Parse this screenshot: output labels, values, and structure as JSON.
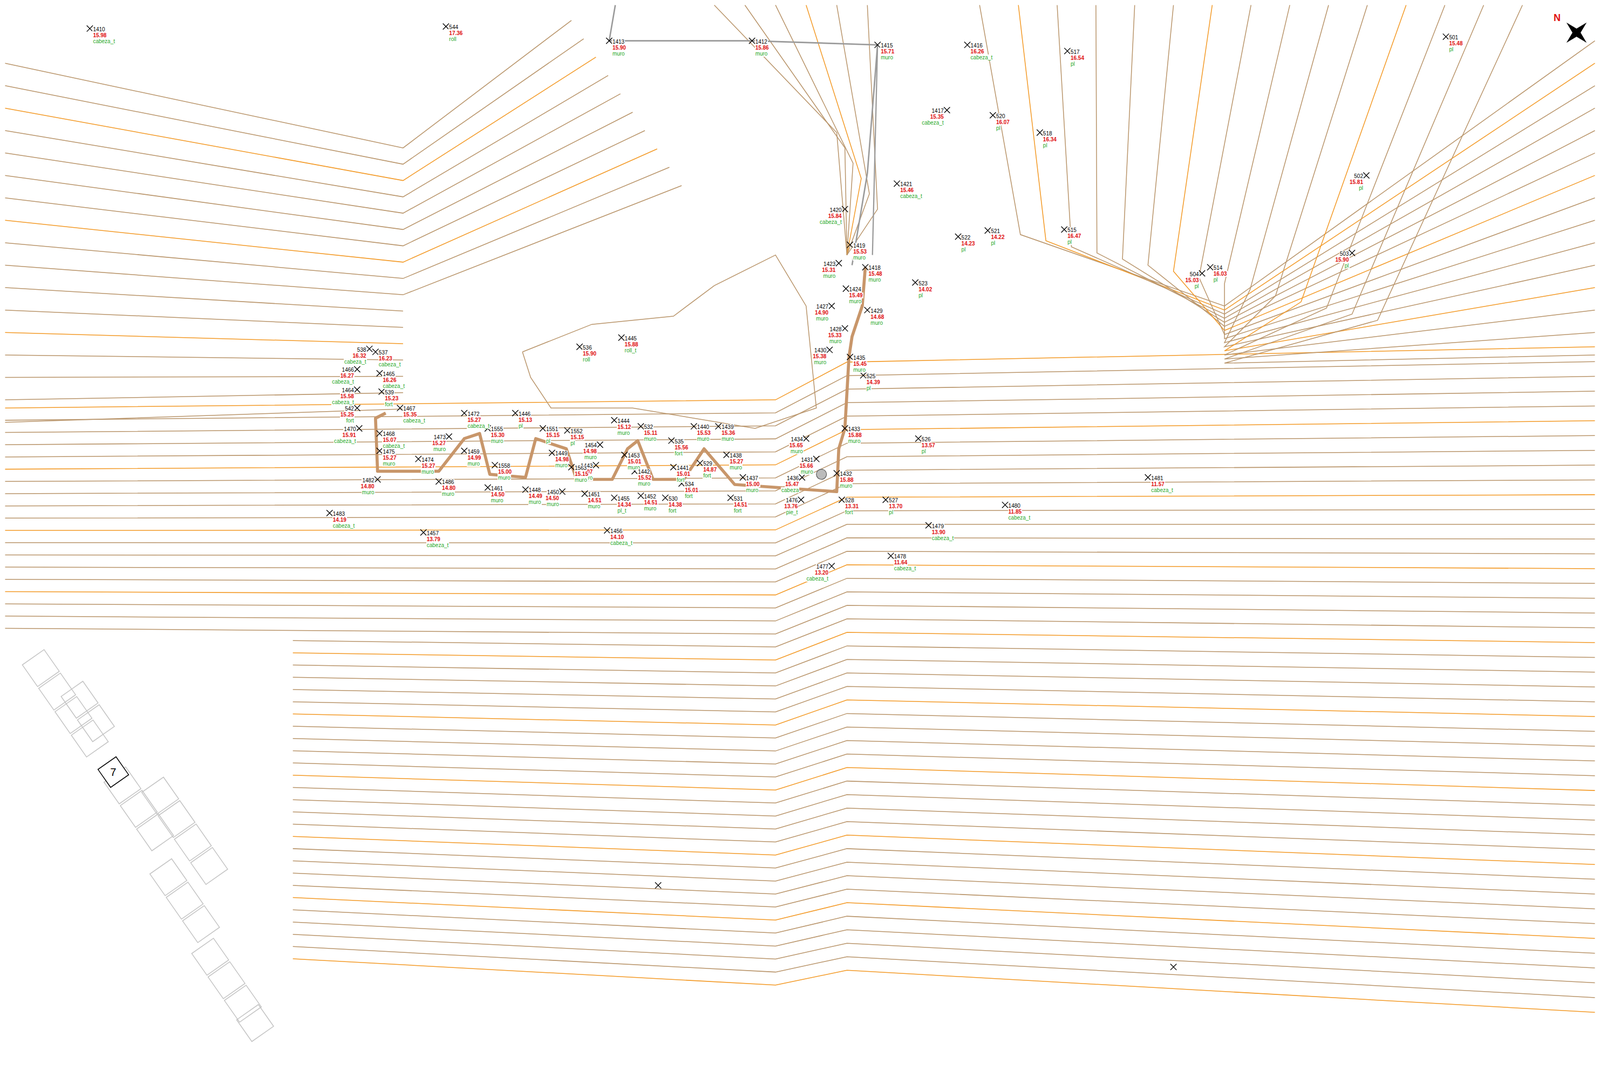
{
  "diagram": {
    "nodes": [
      {
        "text": [
          "7"
        ]
      }
    ],
    "labels": [
      "1410",
      "15.98",
      "cabeza_t",
      "544",
      "17.36",
      "roll",
      "1413",
      "15.90",
      "muro",
      "1412",
      "15.86",
      "muro",
      "1415",
      "15.71",
      "muro",
      "1416",
      "16.26",
      "cabeza_t",
      "517",
      "16.54",
      "pl",
      "501",
      "15.48",
      "pl",
      "1417",
      "15.35",
      "cabeza_t",
      "520",
      "16.07",
      "pl",
      "518",
      "16.34",
      "pl",
      "1421",
      "15.46",
      "cabeza_t",
      "1420",
      "15.84",
      "cabeza_t",
      "502",
      "15.81",
      "pl",
      "515",
      "16.47",
      "pl",
      "521",
      "14.22",
      "pl",
      "522",
      "14.23",
      "pl",
      "514",
      "16.03",
      "pl",
      "504",
      "15.03",
      "pl",
      "503",
      "15.90",
      "pl",
      "1423",
      "15.31",
      "muro",
      "1419",
      "15.53",
      "muro",
      "1418",
      "15.48",
      "muro",
      "523",
      "14.02",
      "pl",
      "1427",
      "14.90",
      "muro",
      "1424",
      "15.49",
      "muro",
      "1429",
      "14.68",
      "muro",
      "1428",
      "15.33",
      "muro",
      "1430",
      "15.38",
      "muro",
      "1435",
      "15.45",
      "muro",
      "525",
      "14.39",
      "pl",
      "536",
      "15.90",
      "roll",
      "1445",
      "15.88",
      "roll_t",
      "537",
      "16.23",
      "cabeza_t",
      "538",
      "16.32",
      "cabeza_t",
      "1466",
      "16.27",
      "cabeza_t",
      "1465",
      "16.26",
      "cabeza_t",
      "1464",
      "15.58",
      "cabeza_t",
      "539",
      "15.23",
      "fort",
      "1467",
      "15.35",
      "cabeza_t",
      "542",
      "15.25",
      "fort",
      "1470",
      "15.91",
      "cabeza_t",
      "1468",
      "15.07",
      "cabeza_t",
      "1472",
      "15.27",
      "cabeza_t",
      "1473",
      "15.27",
      "muro",
      "1459",
      "14.99",
      "muro",
      "1555",
      "15.30",
      "muro",
      "1446",
      "15.13",
      "pl",
      "1551",
      "15.15",
      "pl",
      "1552",
      "15.15",
      "pl",
      "1449",
      "14.98",
      "muro",
      "1444",
      "15.12",
      "muro",
      "532",
      "15.11",
      "muro",
      "1454",
      "14.98",
      "muro",
      "1453",
      "15.01",
      "muro",
      "535",
      "15.56",
      "fort",
      "1440",
      "15.53",
      "muro",
      "1439",
      "15.36",
      "muro",
      "1441",
      "15.01",
      "fort",
      "529",
      "14.87",
      "fort",
      "1438",
      "15.27",
      "muro",
      "1442",
      "15.52",
      "muro",
      "1443",
      "15.07",
      "muro",
      "1437",
      "15.00",
      "muro",
      "1475",
      "15.27",
      "muro",
      "1474",
      "15.27",
      "muro",
      "1558",
      "15.00",
      "muro",
      "1563",
      "15.15",
      "muro",
      "1482",
      "14.80",
      "muro",
      "1486",
      "14.80",
      "muro",
      "1461",
      "14.50",
      "muro",
      "1448",
      "14.49",
      "muro",
      "1450",
      "14.50",
      "muro",
      "1451",
      "14.51",
      "muro",
      "1455",
      "14.34",
      "pl_t",
      "1452",
      "14.51",
      "muro",
      "530",
      "14.38",
      "fort",
      "534",
      "15.01",
      "fort",
      "531",
      "14.51",
      "fort",
      "1434",
      "15.65",
      "muro",
      "1431",
      "15.66",
      "muro",
      "1436",
      "15.47",
      "cabeza",
      "1433",
      "15.88",
      "muro",
      "1432",
      "15.88",
      "muro",
      "528",
      "13.31",
      "fort",
      "1476",
      "13.76",
      "pie_t",
      "526",
      "13.57",
      "pl",
      "527",
      "13.70",
      "pl",
      "1479",
      "13.90",
      "cabeza_t",
      "1478",
      "11.64",
      "cabeza_t",
      "1477",
      "13.20",
      "cabeza_t",
      "1480",
      "11.85",
      "cabeza_t",
      "1481",
      "11.57",
      "cabeza_t",
      "1483",
      "14.19",
      "cabeza_t",
      "1457",
      "13.79",
      "cabeza_t",
      "1456",
      "14.10",
      "cabeza_t",
      "N"
    ]
  }
}
